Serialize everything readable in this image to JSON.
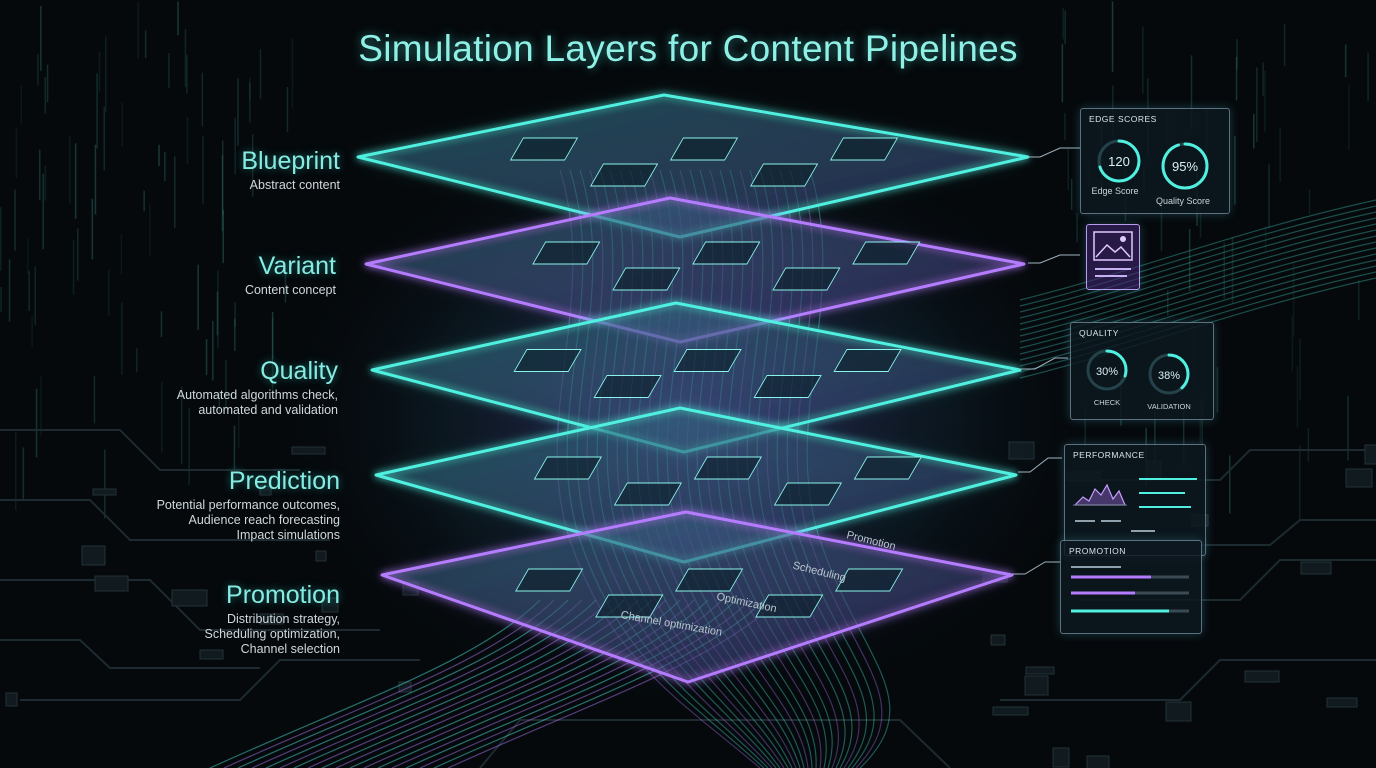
{
  "title": "Simulation Layers for Content Pipelines",
  "colors": {
    "teal": "#4ff0e0",
    "purple": "#b67cff",
    "background": "#05090c"
  },
  "layers": [
    {
      "name": "Blueprint",
      "description": [
        "Abstract content"
      ],
      "color": "#4ff0e0"
    },
    {
      "name": "Variant",
      "description": [
        "Content concept"
      ],
      "color": "#b67cff"
    },
    {
      "name": "Quality",
      "description": [
        "Automated algorithms check,",
        "automated and validation"
      ],
      "color": "#4ff0e0"
    },
    {
      "name": "Prediction",
      "description": [
        "Potential performance outcomes,",
        "Audience reach forecasting",
        "Impact simulations"
      ],
      "color": "#4ff0e0"
    },
    {
      "name": "Promotion",
      "description": [
        "Distribution strategy,",
        "Scheduling optimization,",
        "Channel selection"
      ],
      "color": "#b67cff"
    }
  ],
  "panels": {
    "edge_scores": {
      "title": "EDGE SCORES",
      "gauges": [
        {
          "value_text": "120",
          "label": "Edge Score",
          "fraction": 0.7
        },
        {
          "value_text": "95%",
          "label": "Quality Score",
          "fraction": 0.95
        }
      ]
    },
    "quality": {
      "title": "QUALITY",
      "gauges": [
        {
          "value_text": "30%",
          "label": "CHECK",
          "fraction": 0.3
        },
        {
          "value_text": "38%",
          "label": "VALIDATION",
          "fraction": 0.38
        }
      ]
    },
    "performance": {
      "title": "PERFORMANCE"
    },
    "promotion": {
      "title": "PROMOTION"
    }
  },
  "plane_captions": [
    "Scheduling",
    "Optimization",
    "Channel optimization",
    "Promotion"
  ]
}
